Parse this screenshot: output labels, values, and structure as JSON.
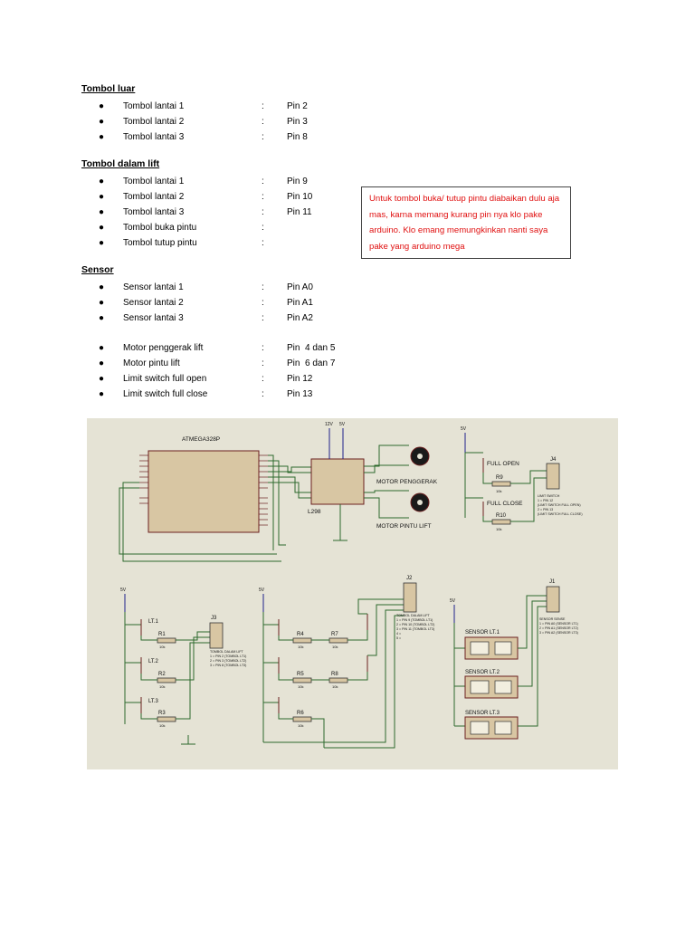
{
  "sections": [
    {
      "heading": "Tombol luar",
      "items": [
        {
          "label": "Tombol lantai 1",
          "colon": ":",
          "value": "Pin 2"
        },
        {
          "label": "Tombol lantai 2",
          "colon": ":",
          "value": "Pin 3"
        },
        {
          "label": "Tombol lantai 3",
          "colon": ":",
          "value": "Pin 8"
        }
      ]
    },
    {
      "heading": "Tombol dalam lift",
      "items": [
        {
          "label": "Tombol lantai 1",
          "colon": ":",
          "value": "Pin 9"
        },
        {
          "label": "Tombol lantai 2",
          "colon": ":",
          "value": "Pin 10"
        },
        {
          "label": "Tombol lantai 3",
          "colon": ":",
          "value": "Pin 11"
        },
        {
          "label": "Tombol buka pintu",
          "colon": ":",
          "value": ""
        },
        {
          "label": "Tombol tutup pintu",
          "colon": ":",
          "value": ""
        }
      ]
    },
    {
      "heading": "Sensor",
      "items": [
        {
          "label": "Sensor lantai 1",
          "colon": ":",
          "value": "Pin A0"
        },
        {
          "label": "Sensor lantai 2",
          "colon": ":",
          "value": "Pin A1"
        },
        {
          "label": "Sensor lantai 3",
          "colon": ":",
          "value": "Pin A2"
        }
      ]
    },
    {
      "heading": "",
      "items": [
        {
          "label": "Motor penggerak lift",
          "colon": ":",
          "value": "Pin  4 dan 5"
        },
        {
          "label": "Motor pintu lift",
          "colon": ":",
          "value": "Pin  6 dan 7"
        },
        {
          "label": "Limit switch full open",
          "colon": ":",
          "value": "Pin 12"
        },
        {
          "label": "Limit switch full close",
          "colon": ":",
          "value": "Pin 13"
        }
      ]
    }
  ],
  "bullet_glyph": "●",
  "note": "Untuk tombol buka/ tutup pintu diabaikan dulu aja mas, karna memang kurang pin nya klo pake arduino. Klo emang memungkinkan nanti saya pake yang arduino mega",
  "schematic": {
    "mcu": "ATMEGA328P",
    "driver": "L298",
    "supply_12v": "12V",
    "supply_5v": "5V",
    "motor1": "MOTOR PENGGERAK",
    "motor2": "MOTOR PINTU LIFT",
    "full_open": "FULL OPEN",
    "full_close": "FULL CLOSE",
    "j4": "J4",
    "j4_notes": [
      "LIMIT SWITCH",
      "1 = PIN 12",
      "(LIMIT SWITCH FULL OPEN)",
      "2 = PIN 13",
      "(LIMIT SWITCH FULL CLOSE)"
    ],
    "j3": "J3",
    "j3_notes": [
      "TOMBOL DALAM LIFT",
      "1 = PIN 2 (TOMBOL LT1)",
      "2 = PIN 3 (TOMBOL LT2)",
      "3 = PIN 8 (TOMBOL LT3)"
    ],
    "j2": "J2",
    "j2_notes": [
      "TOMBOL DALAM LIFT",
      "1 = PIN 9 (TOMBOL LT1)",
      "2 = PIN 10 (TOMBOL LT2)",
      "3 = PIN 11 (TOMBOL LT3)",
      "4 =",
      "5 ="
    ],
    "j1": "J1",
    "j1_notes": [
      "SENSOR SENSE",
      "1 = PIN A0 (SENSOR LT1)",
      "2 = PIN A1 (SENSOR LT2)",
      "3 = PIN A2 (SENSOR LT3)"
    ],
    "lt1": "LT.1",
    "lt2": "LT.2",
    "lt3": "LT.3",
    "sensor_lt1": "SENSOR LT.1",
    "sensor_lt2": "SENSOR LT.2",
    "sensor_lt3": "SENSOR LT.3",
    "resistors": [
      "R1",
      "R2",
      "R3",
      "R4",
      "R5",
      "R6",
      "R7",
      "R8",
      "R9",
      "R10"
    ],
    "res_val": "10k"
  }
}
